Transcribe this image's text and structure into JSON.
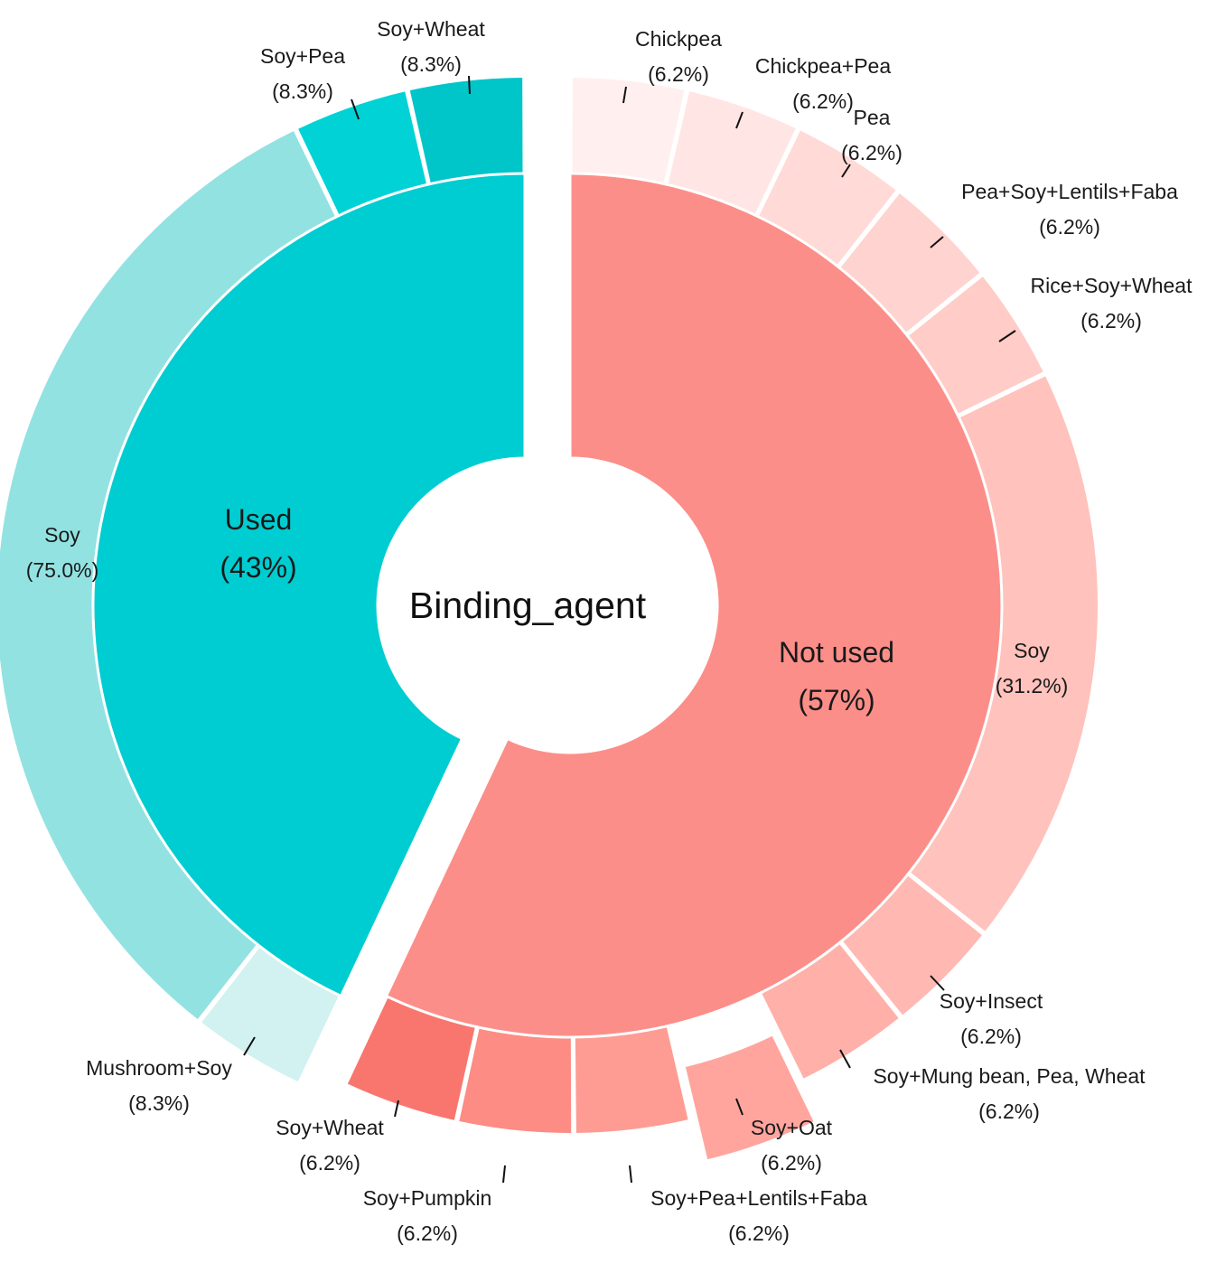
{
  "chart_data": {
    "type": "sunburst",
    "title": "Binding_agent",
    "inner": [
      {
        "name": "Used",
        "percent_label": "(43%)",
        "value": 43,
        "color": "#00CDD1"
      },
      {
        "name": "Not used",
        "percent_label": "(57%)",
        "value": 57,
        "color": "#FC8E89"
      }
    ],
    "outer": [
      {
        "parent": "Used",
        "name": "Soy+Wheat",
        "percent_label": "(8.3%)",
        "value": 8.3,
        "color": "#00C5C9"
      },
      {
        "parent": "Used",
        "name": "Soy+Pea",
        "percent_label": "(8.3%)",
        "value": 8.3,
        "color": "#00D2D6"
      },
      {
        "parent": "Used",
        "name": "Soy",
        "percent_label": "(75.0%)",
        "value": 75.0,
        "color": "#93E2E2"
      },
      {
        "parent": "Used",
        "name": "Mushroom+Soy",
        "percent_label": "(8.3%)",
        "value": 8.3,
        "color": "#D2F1F1"
      },
      {
        "parent": "Not used",
        "name": "Chickpea",
        "percent_label": "(6.2%)",
        "value": 6.2,
        "color": "#FFF0EF"
      },
      {
        "parent": "Not used",
        "name": "Chickpea+Pea",
        "percent_label": "(6.2%)",
        "value": 6.2,
        "color": "#FFE6E4"
      },
      {
        "parent": "Not used",
        "name": "Pea",
        "percent_label": "(6.2%)",
        "value": 6.2,
        "color": "#FFDAD7"
      },
      {
        "parent": "Not used",
        "name": "Pea+Soy+Lentils+Faba",
        "percent_label": "(6.2%)",
        "value": 6.2,
        "color": "#FFD3CF"
      },
      {
        "parent": "Not used",
        "name": "Rice+Soy+Wheat",
        "percent_label": "(6.2%)",
        "value": 6.2,
        "color": "#FFCCC7"
      },
      {
        "parent": "Not used",
        "name": "Soy",
        "percent_label": "(31.2%)",
        "value": 31.2,
        "color": "#FFC2BC"
      },
      {
        "parent": "Not used",
        "name": "Soy+Insect",
        "percent_label": "(6.2%)",
        "value": 6.2,
        "color": "#FFB8B2"
      },
      {
        "parent": "Not used",
        "name": "Soy+Mung bean, Pea, Wheat",
        "percent_label": "(6.2%)",
        "value": 6.2,
        "color": "#FFB0A9"
      },
      {
        "parent": "Not used",
        "name": "Soy+Oat",
        "percent_label": "(6.2%)",
        "value": 6.2,
        "color": "#FFA59E",
        "exploded": true
      },
      {
        "parent": "Not used",
        "name": "Soy+Pea+Lentils+Faba",
        "percent_label": "(6.2%)",
        "value": 6.2,
        "color": "#FE9C94"
      },
      {
        "parent": "Not used",
        "name": "Soy+Pumpkin",
        "percent_label": "(6.2%)",
        "value": 6.2,
        "color": "#FC8C84"
      },
      {
        "parent": "Not used",
        "name": "Soy+Wheat",
        "percent_label": "(6.2%)",
        "value": 6.2,
        "color": "#F9766E"
      }
    ]
  }
}
